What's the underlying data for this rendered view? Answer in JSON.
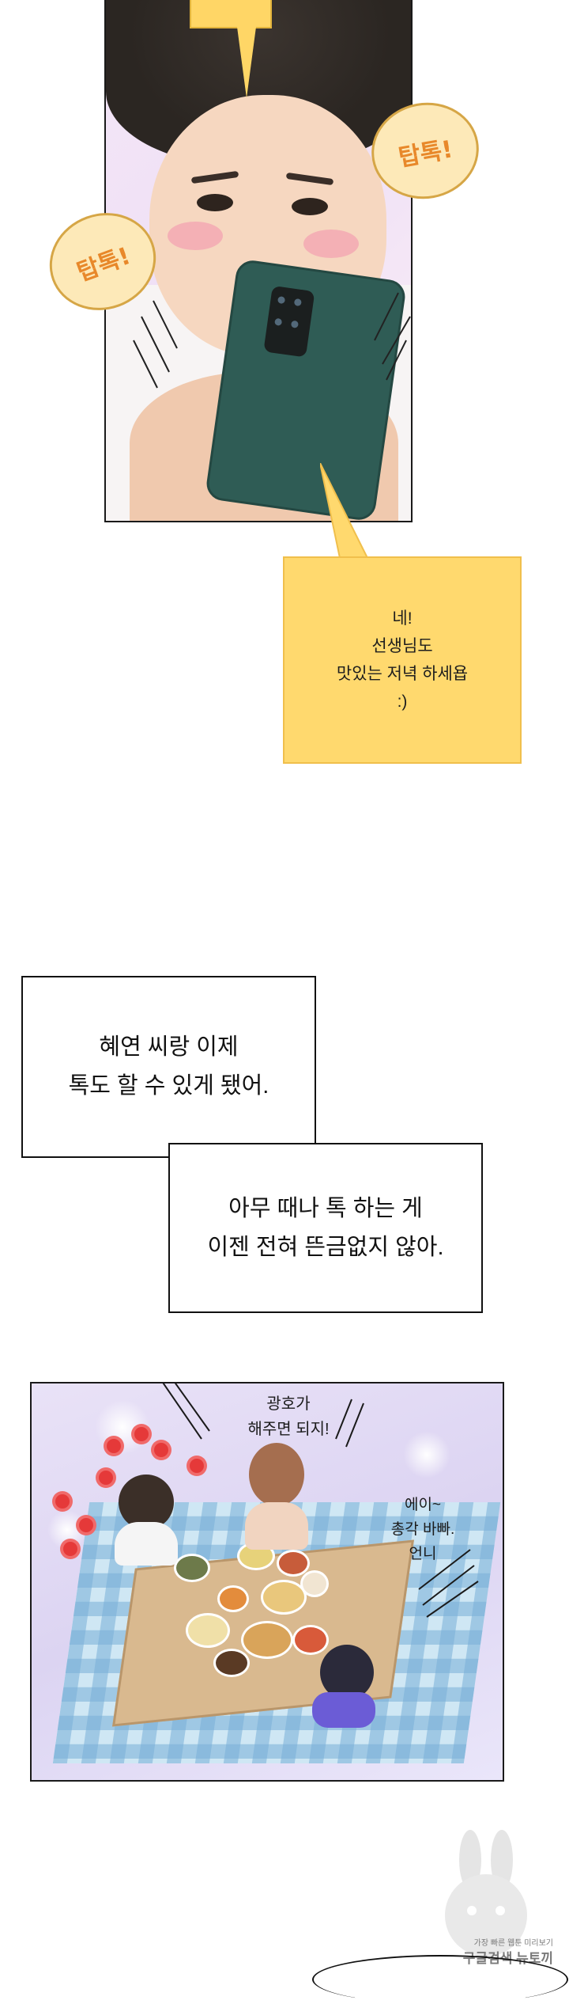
{
  "panel1": {
    "sfx_left": "탑톡!",
    "sfx_right": "탑톡!"
  },
  "chat": {
    "lines": [
      "네!",
      "선생님도",
      "맛있는 저녁 하세욥",
      ":)"
    ]
  },
  "narration1": {
    "lines": [
      "혜연 씨랑 이제",
      "톡도 할 수 있게 됐어."
    ]
  },
  "narration2": {
    "lines": [
      "아무 때나 톡 하는 게",
      "이젠 전혀 뜬금없지 않아."
    ]
  },
  "panel2": {
    "speech_top": [
      "광호가",
      "해주면 되지!"
    ],
    "speech_right": [
      "에이~",
      "총각 바빠.",
      "언니"
    ]
  },
  "watermark": {
    "line1": "가장 빠른 웹툰 미리보기",
    "line2": "구글검색 뉴토끼"
  },
  "colors": {
    "chat_bg": "#ffd96e",
    "sfx_text": "#e8882a",
    "phone": "#2f5c55"
  }
}
